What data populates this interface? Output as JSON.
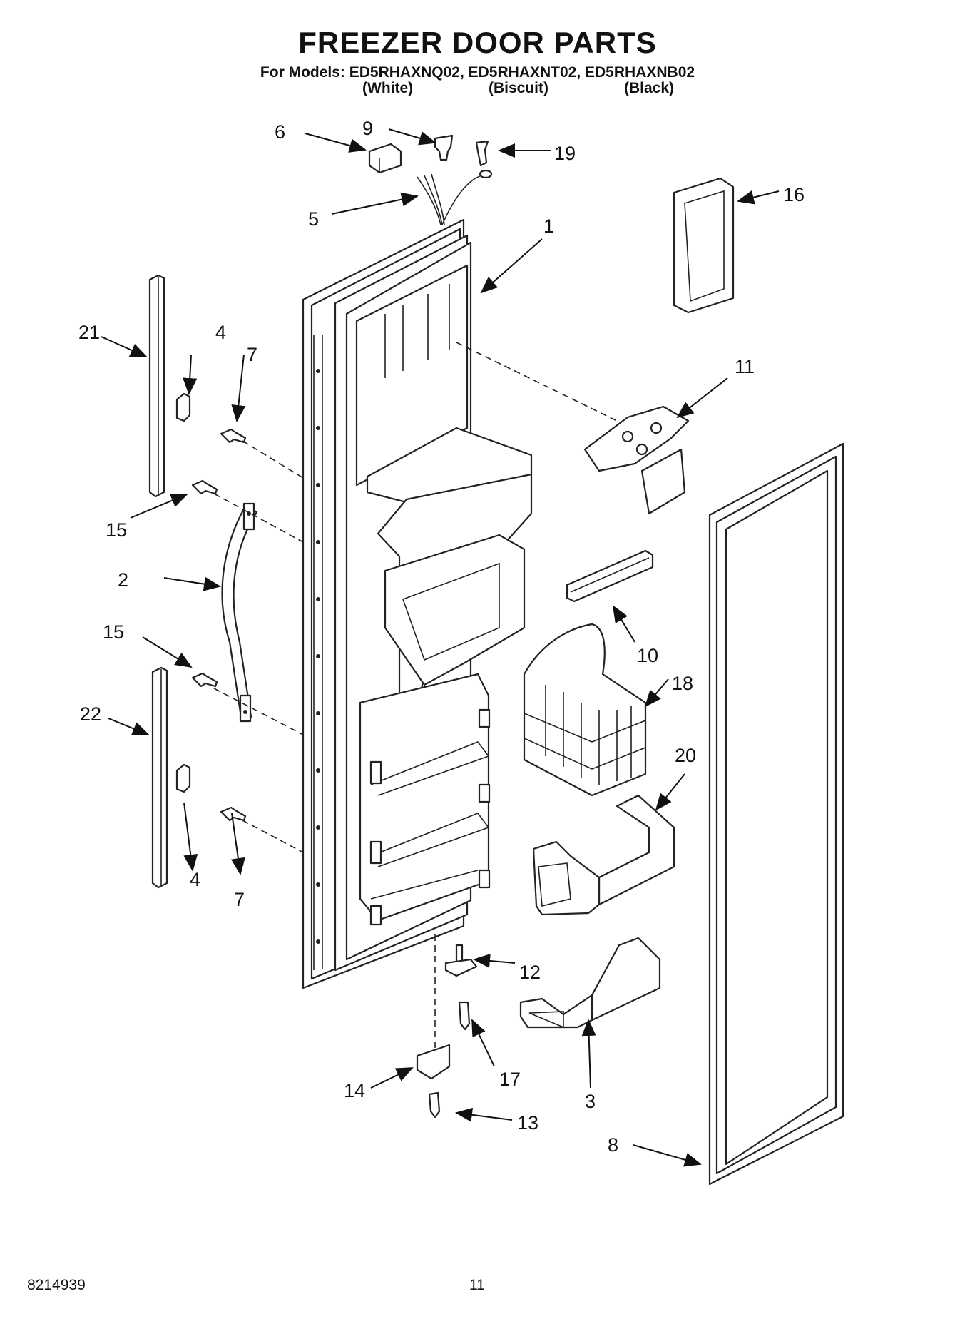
{
  "header": {
    "title": "FREEZER DOOR PARTS",
    "models_line": "For Models: ED5RHAXNQ02, ED5RHAXNT02, ED5RHAXNB02",
    "variants": [
      "(White)",
      "(Biscuit)",
      "(Black)"
    ]
  },
  "callouts": {
    "c1": "1",
    "c2": "2",
    "c3": "3",
    "c4a": "4",
    "c4b": "4",
    "c5": "5",
    "c6": "6",
    "c7a": "7",
    "c7b": "7",
    "c8": "8",
    "c9": "9",
    "c10": "10",
    "c11": "11",
    "c12": "12",
    "c13": "13",
    "c14": "14",
    "c15a": "15",
    "c15b": "15",
    "c16": "16",
    "c17": "17",
    "c18": "18",
    "c19": "19",
    "c20": "20",
    "c21": "21",
    "c22": "22"
  },
  "footer": {
    "doc_number": "8214939",
    "page_number": "11"
  }
}
